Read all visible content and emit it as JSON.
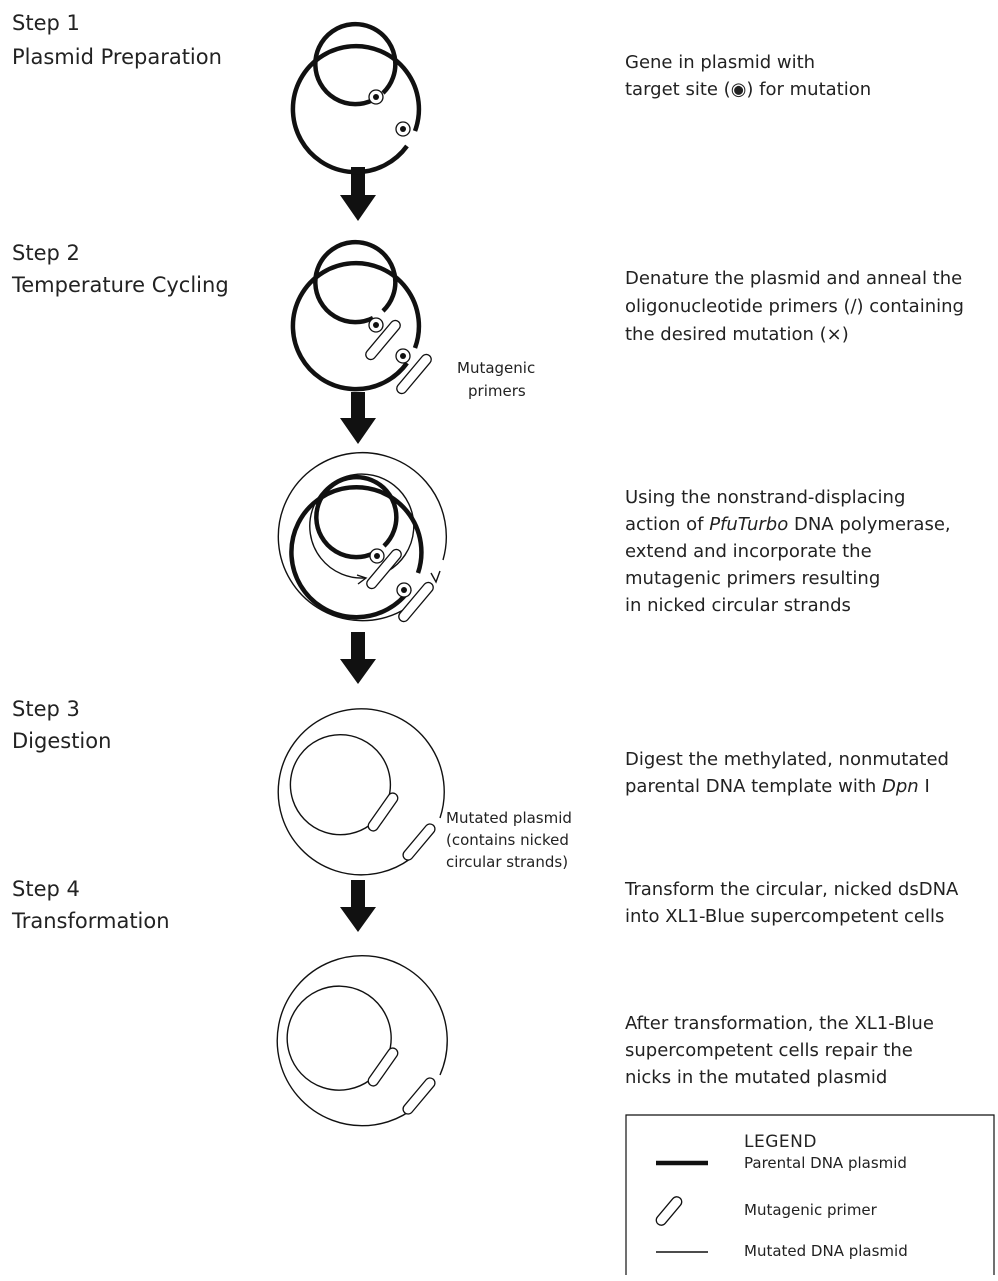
{
  "steps": [
    {
      "number": "Step 1",
      "name": "Plasmid Preparation"
    },
    {
      "number": "Step 2",
      "name": "Temperature Cycling"
    },
    {
      "number": "Step 3",
      "name": "Digestion"
    },
    {
      "number": "Step 4",
      "name": "Transformation"
    }
  ],
  "descriptions": {
    "step1": [
      "Gene in plasmid with",
      "target site (◉) for mutation"
    ],
    "step2": [
      "Denature the plasmid and anneal the",
      "oligonucleotide primers (∕) containing",
      "the desired mutation (×)"
    ],
    "extend": {
      "line1": "Using the nonstrand-displacing",
      "line2_pre": "action of ",
      "line2_em": "PfuTurbo",
      "line2_post": " DNA polymerase,",
      "line3": "extend and incorporate the",
      "line4": "mutagenic primers resulting",
      "line5": "in nicked circular strands"
    },
    "step3": {
      "line1": "Digest the methylated, nonmutated",
      "line2_pre": "parental DNA template with ",
      "line2_em": "Dpn",
      "line2_post": " I"
    },
    "step4": [
      "Transform the circular, nicked dsDNA",
      "into XL1-Blue supercompetent cells"
    ],
    "repair": [
      "After transformation, the XL1-Blue",
      "supercompetent cells repair the",
      "nicks in the mutated plasmid"
    ]
  },
  "annotations": {
    "mutagenic_primers": [
      "Mutagenic",
      "primers"
    ],
    "mutated_plasmid": [
      "Mutated plasmid",
      "(contains nicked",
      "circular strands)"
    ]
  },
  "legend": {
    "title": "LEGEND",
    "items": [
      "Parental DNA plasmid",
      "Mutagenic primer",
      "Mutated DNA plasmid"
    ]
  }
}
